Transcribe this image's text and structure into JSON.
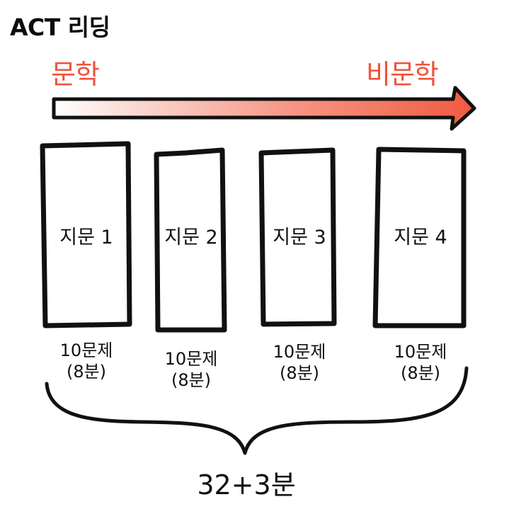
{
  "title": "ACT 리딩",
  "flow": {
    "start_label": "문학",
    "end_label": "비문학",
    "accent_color": "#f0533b"
  },
  "passages": [
    {
      "label": "지문 1",
      "questions": "10문제",
      "time": "(8분)"
    },
    {
      "label": "지문 2",
      "questions": "10문제",
      "time": "(8분)"
    },
    {
      "label": "지문 3",
      "questions": "10문제",
      "time": "(8분)"
    },
    {
      "label": "지문 4",
      "questions": "10문제",
      "time": "(8분)"
    }
  ],
  "total": "32+3분"
}
